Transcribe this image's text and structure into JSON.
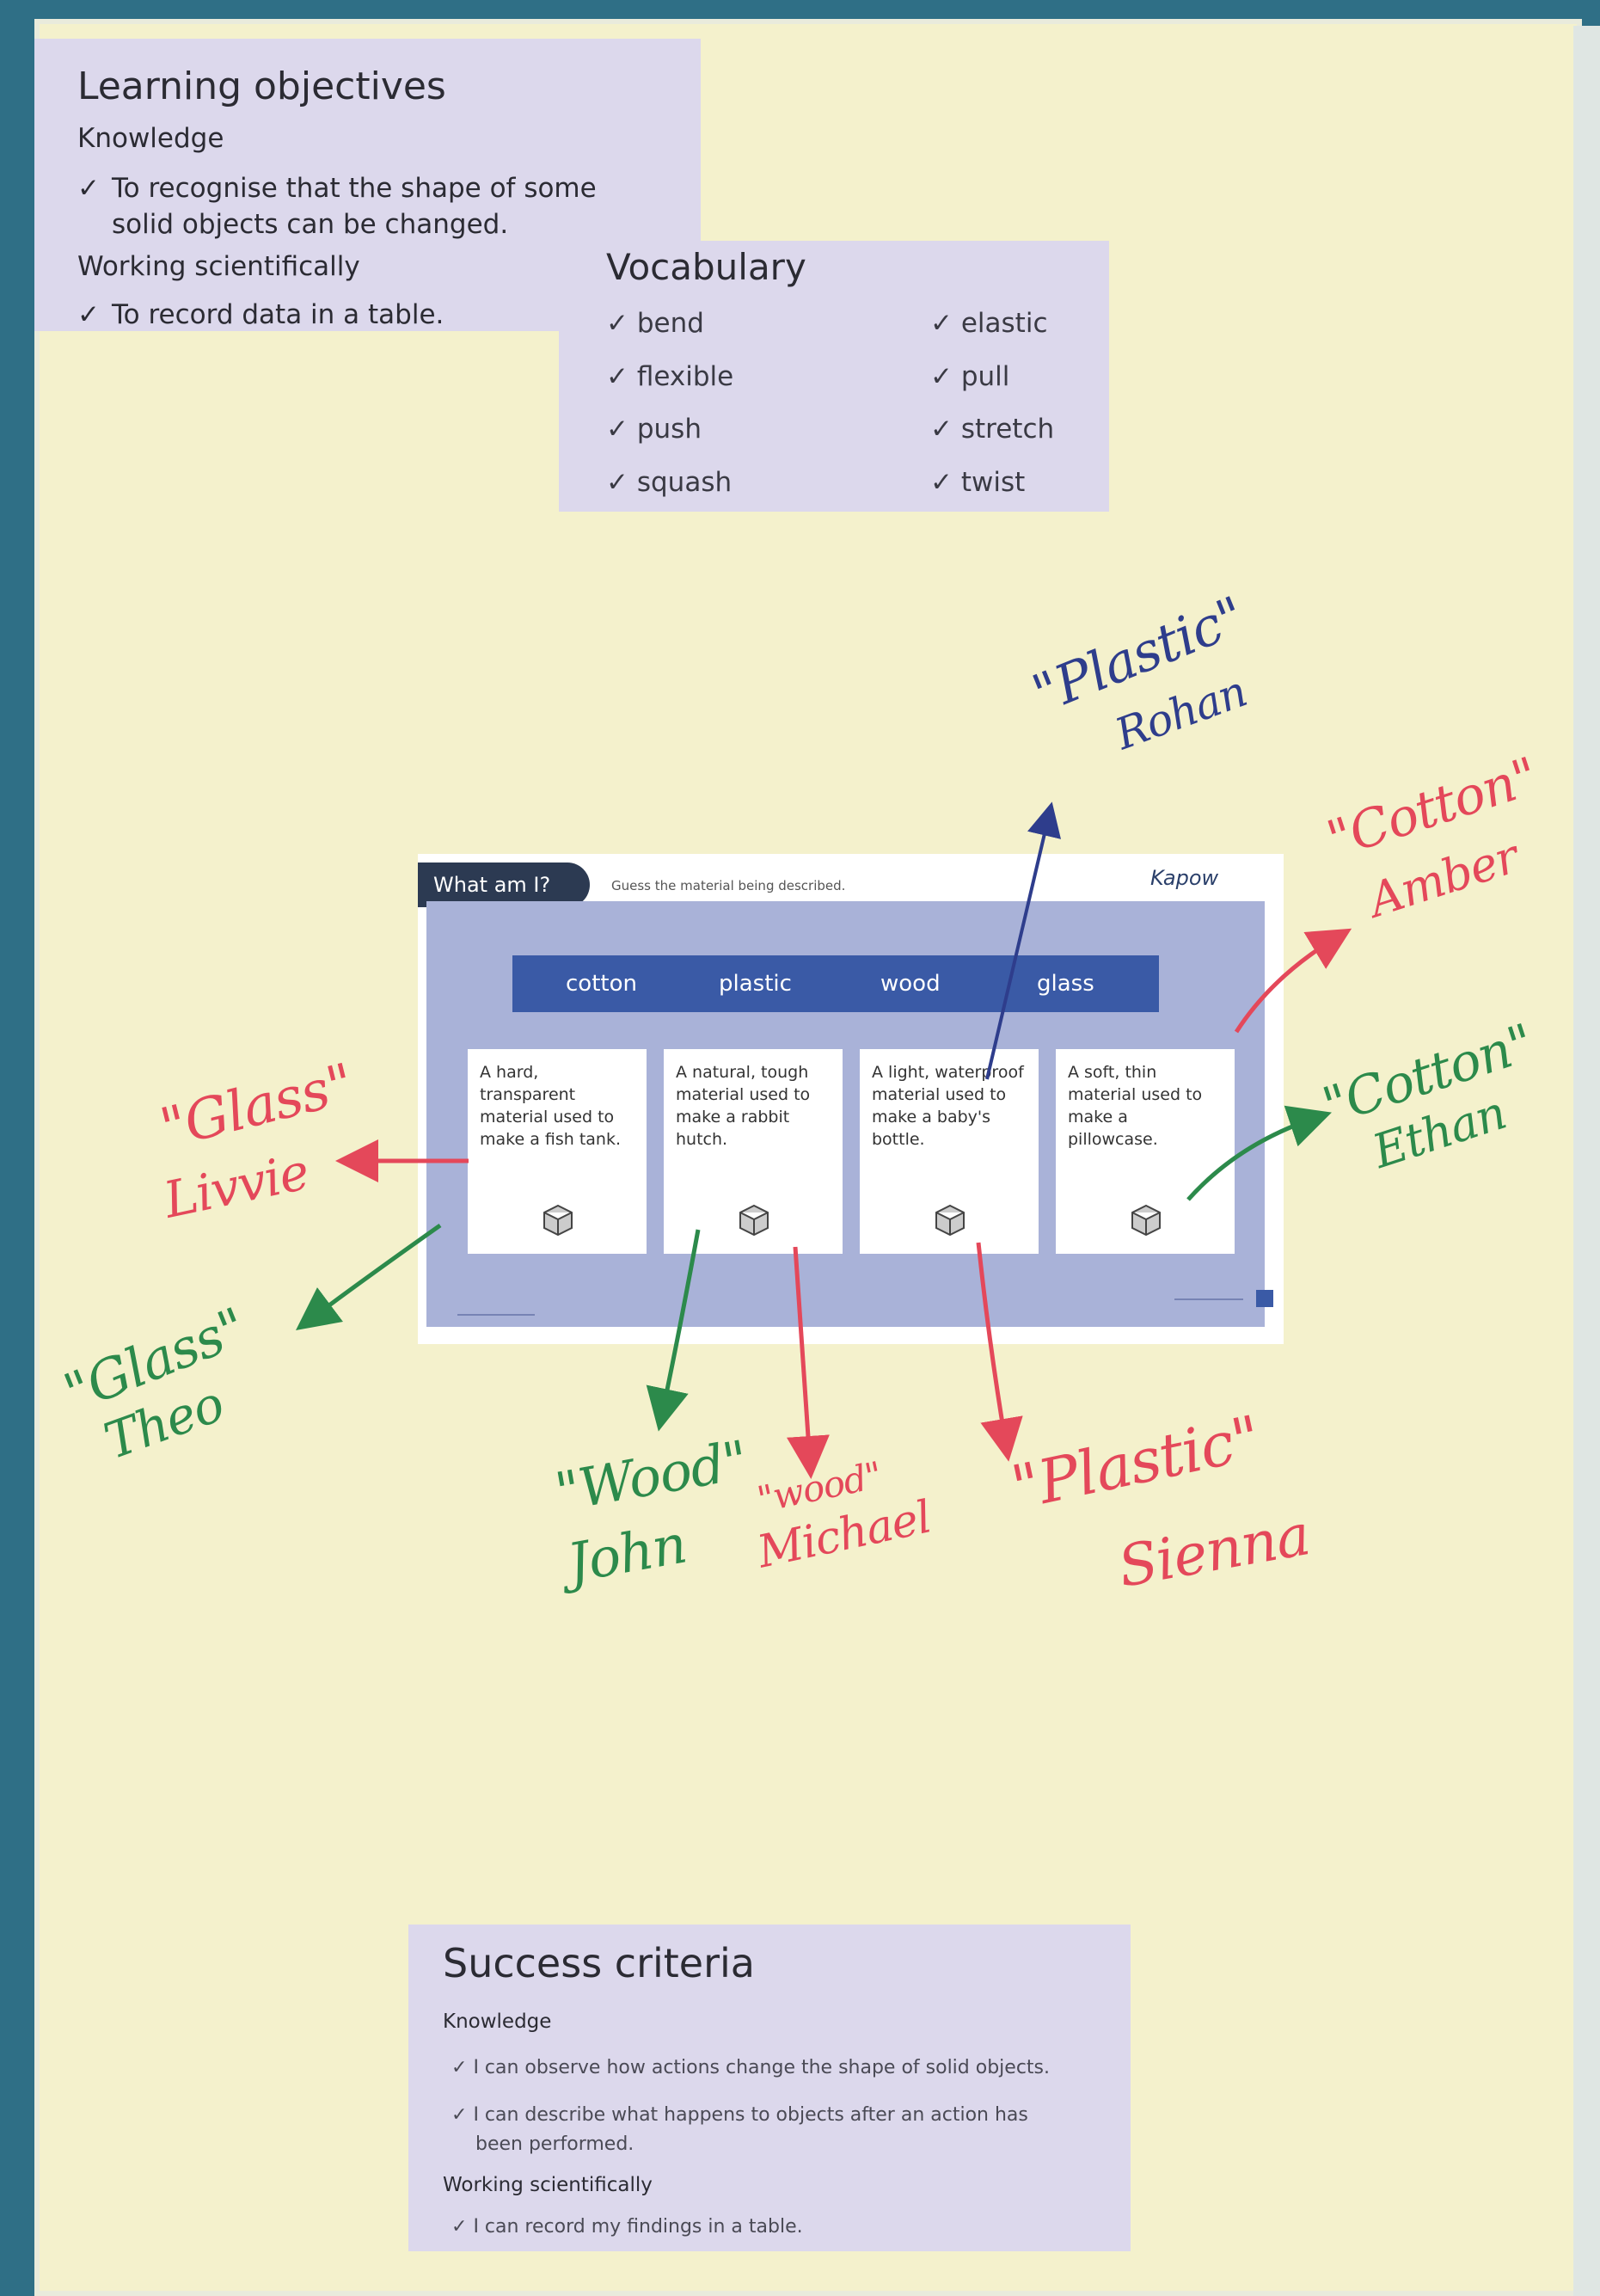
{
  "learning_objectives": {
    "title": "Learning objectives",
    "knowledge_label": "Knowledge",
    "knowledge_item_line1": "To recognise that the shape of some",
    "knowledge_item_line2": "solid objects can be changed.",
    "ws_label": "Working scientifically",
    "ws_item": "To record data in a table."
  },
  "vocabulary": {
    "title": "Vocabulary",
    "words": [
      "bend",
      "flexible",
      "push",
      "squash",
      "elastic",
      "pull",
      "stretch",
      "twist"
    ]
  },
  "slide": {
    "badge": "What am I?",
    "subtitle": "Guess the material being described.",
    "logo": "Kapow",
    "materials": [
      "cotton",
      "plastic",
      "wood",
      "glass"
    ],
    "cards": [
      "A hard, transparent material used to make a fish tank.",
      "A natural, tough material used to make a rabbit hutch.",
      "A light, waterproof material used to make a baby's bottle.",
      "A soft, thin material used to make a pillowcase."
    ]
  },
  "annotations": {
    "plastic_rohan_1": "\"Plastic\"",
    "plastic_rohan_2": "Rohan",
    "cotton_amber_1": "\"Cotton\"",
    "cotton_amber_2": "Amber",
    "cotton_ethan_1": "\"Cotton\"",
    "cotton_ethan_2": "Ethan",
    "glass_livvie_1": "\"Glass\"",
    "glass_livvie_2": "Livvie",
    "glass_theo_1": "\"Glass\"",
    "glass_theo_2": "Theo",
    "wood_john_1": "\"Wood\"",
    "wood_john_2": "John",
    "wood_michael_1": "\"wood\"",
    "wood_michael_2": "Michael",
    "plastic_sienna_1": "\"Plastic\"",
    "plastic_sienna_2": "Sienna"
  },
  "success_criteria": {
    "title": "Success criteria",
    "knowledge_label": "Knowledge",
    "item1": "I can observe how actions change the shape of solid objects.",
    "item2_line1": "I can describe what happens to objects after an action has",
    "item2_line2": "been performed.",
    "ws_label": "Working scientifically",
    "item3": "I can record my findings in a table."
  },
  "colors": {
    "paper": "#f4f1cc",
    "box": "#dcd8ec",
    "red_pen": "#e4485a",
    "green_pen": "#2c8a4b",
    "blue_pen": "#2e3d8c"
  }
}
